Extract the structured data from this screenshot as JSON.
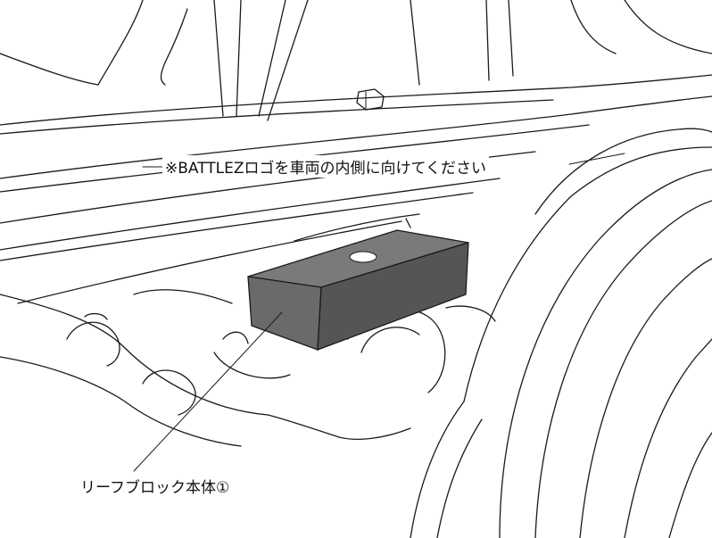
{
  "labels": {
    "orientation_note": "※BATTLEZロゴを車両の内側に向けてください",
    "leaf_block": "リーフブロック本体①"
  },
  "colors": {
    "block_top": "#7a7a7a",
    "block_front": "#6a6a6a",
    "block_side": "#555555",
    "outline": "#1a1a1a",
    "background": "#ffffff"
  },
  "icons": {
    "leaf_block": "rectangular-block-with-center-hole"
  }
}
